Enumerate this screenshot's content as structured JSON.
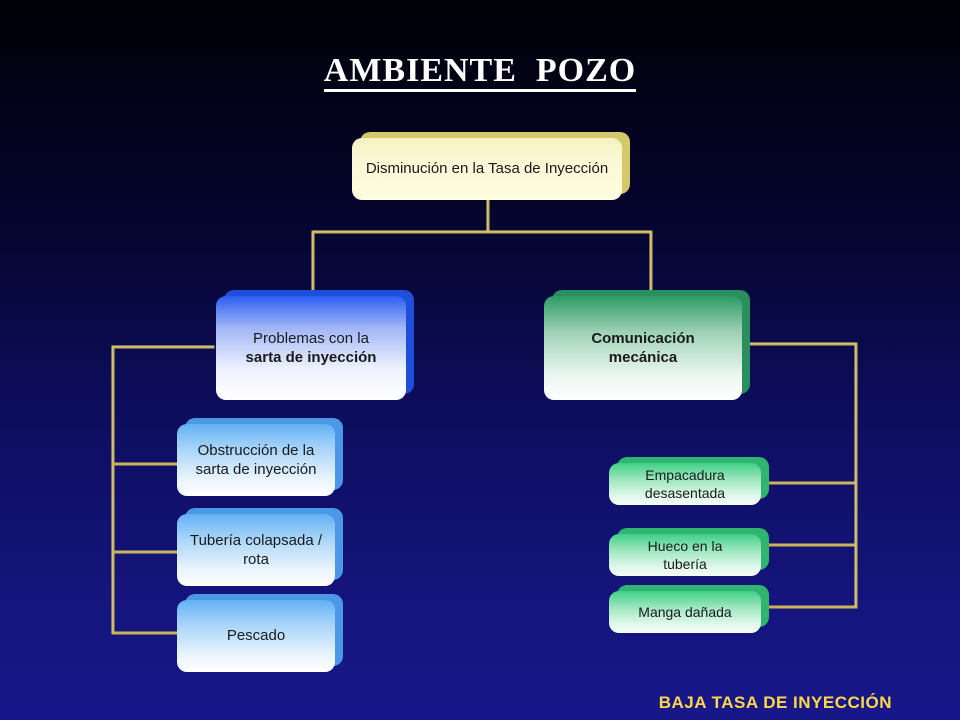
{
  "title": "AMBIENTE  POZO",
  "root": {
    "label": "Disminución en la Tasa de Inyección"
  },
  "left_branch": {
    "label_line1": "Problemas con la",
    "label_line2": "sarta de inyección",
    "children": [
      {
        "label": "Obstrucción de la sarta de inyección"
      },
      {
        "label": "Tubería colapsada / rota"
      },
      {
        "label": "Pescado"
      }
    ]
  },
  "right_branch": {
    "label": "Comunicación mecánica",
    "children": [
      {
        "label": "Empacadura desasentada"
      },
      {
        "label": "Hueco en la tubería"
      },
      {
        "label": "Manga dañada"
      }
    ]
  },
  "footer": "BAJA TASA DE INYECCIÓN",
  "colors": {
    "connector": "#c9b45a",
    "title": "#ffffff",
    "footer": "#ffd84a"
  }
}
